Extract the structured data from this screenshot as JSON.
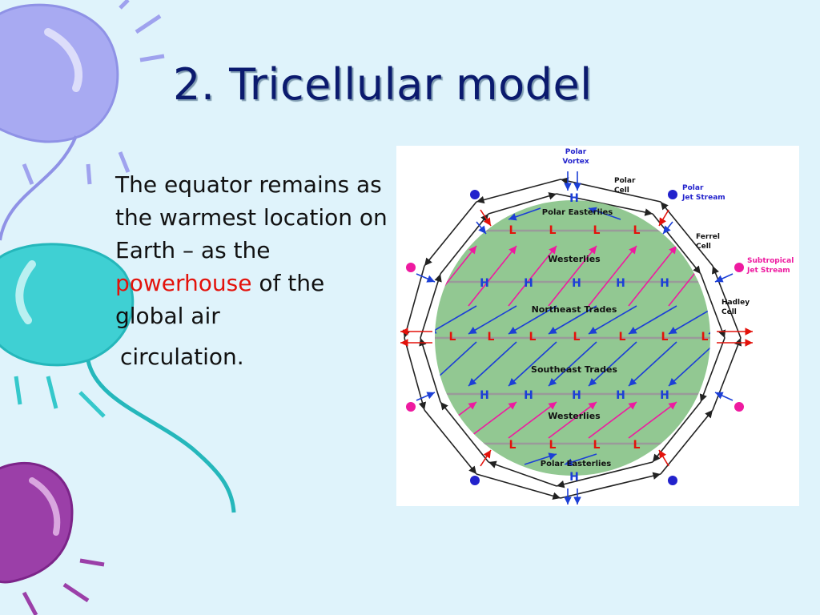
{
  "slide": {
    "title": "2. Tricellular model",
    "body_parts": {
      "part1": "The equator remains as the warmest location on Earth",
      "dash": " – ",
      "part2": "as the ",
      "highlight": "powerhouse",
      "part3": " of the global air",
      "part4": "circulation."
    },
    "colors": {
      "background": "#dff3fb",
      "title": "#0b1a6e",
      "highlight": "#e3120b"
    }
  },
  "diagram": {
    "labels": {
      "polar_vortex": [
        "Polar",
        "Vortex"
      ],
      "polar_cell": [
        "Polar",
        "Cell"
      ],
      "polar_jet": [
        "Polar",
        "Jet Stream"
      ],
      "ferrel_cell": [
        "Ferrel",
        "Cell"
      ],
      "subtropical_jet": [
        "Subtropical",
        "Jet Stream"
      ],
      "hadley_cell": [
        "Hadley",
        "Cell"
      ]
    },
    "bands": {
      "polar_easterlies_n": "Polar Easterlies",
      "westerlies_n": "Westerlies",
      "northeast_trades": "Northeast Trades",
      "southeast_trades": "Southeast Trades",
      "westerlies_s": "Westerlies",
      "polar_easterlies_s": "Polar Easterlies"
    },
    "high_letter": "H",
    "low_letter": "L",
    "colors": {
      "globe": "#92c892",
      "high": "#1c3fd6",
      "low": "#e3120b",
      "jet_polar": "#2222cc",
      "jet_subtropical": "#ee1aa0",
      "gridline": "#9a9a9a"
    }
  }
}
